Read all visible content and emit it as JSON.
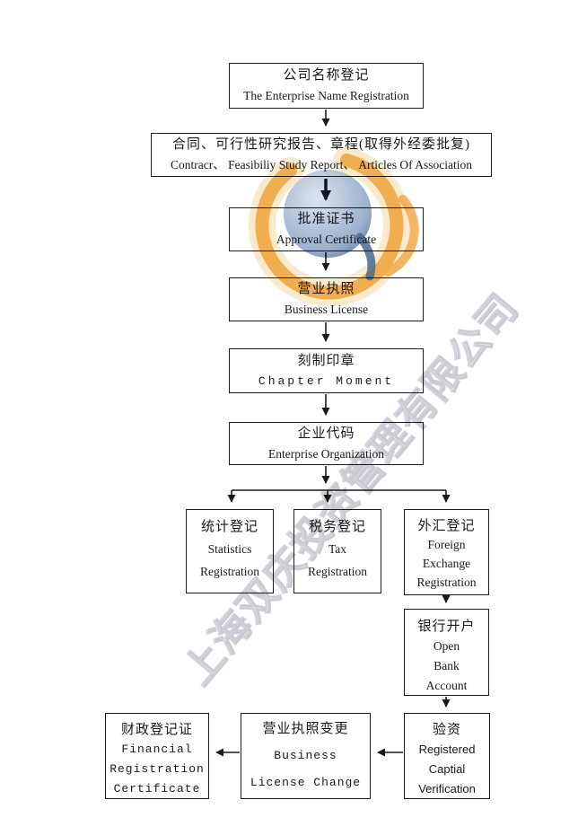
{
  "flowchart": {
    "line_color": "#1a1a1a",
    "nodes": [
      {
        "id": "company-name-registration",
        "zh": "公司名称登记",
        "en": [
          "The Enterprise Name Registration"
        ]
      },
      {
        "id": "contract-feasibility-articles",
        "zh": "合同、可行性研究报告、章程(取得外经委批复)",
        "en": [
          "Contracr、 Feasibiliy Study Report、 Articles Of Association"
        ]
      },
      {
        "id": "approval-certificate",
        "zh": "批准证书",
        "en": [
          "Approval Certificate"
        ]
      },
      {
        "id": "business-license",
        "zh": "营业执照",
        "en": [
          "Business License"
        ]
      },
      {
        "id": "seal-carving",
        "zh": "刻制印章",
        "en": [
          "Chapter Moment"
        ]
      },
      {
        "id": "enterprise-code",
        "zh": "企业代码",
        "en": [
          "Enterprise Organization"
        ]
      },
      {
        "id": "statistics-registration",
        "zh": "统计登记",
        "en": [
          "Statistics",
          "Registration"
        ]
      },
      {
        "id": "tax-registration",
        "zh": "税务登记",
        "en": [
          "Tax",
          "Registration"
        ]
      },
      {
        "id": "foreign-exchange-registration",
        "zh": "外汇登记",
        "en": [
          "Foreign",
          "Exchange",
          "Registration"
        ]
      },
      {
        "id": "open-bank-account",
        "zh": "银行开户",
        "en": [
          "Open",
          "Bank",
          "Account"
        ]
      },
      {
        "id": "capital-verification",
        "zh": "验资",
        "en": [
          "Registered",
          "Captial",
          "Verification"
        ]
      },
      {
        "id": "business-license-change",
        "zh": "营业执照变更",
        "en": [
          "Business",
          "License Change"
        ]
      },
      {
        "id": "financial-registration-certificate",
        "zh": "财政登记证",
        "en": [
          "Financial",
          "Registration",
          "Certificate"
        ]
      }
    ]
  },
  "watermark": {
    "company_name": "上海双庆投资管理有限公司",
    "colors": {
      "ring_orange": "#EFA33B",
      "ring_glow": "#F7D9A2",
      "globe_blue": "#8BA3C4",
      "globe_highlight": "#CDD8E8",
      "globe_edge": "#5D7BA6",
      "globe_tail": "#3C5D8A",
      "text_gray": "#C9C9D2"
    }
  }
}
